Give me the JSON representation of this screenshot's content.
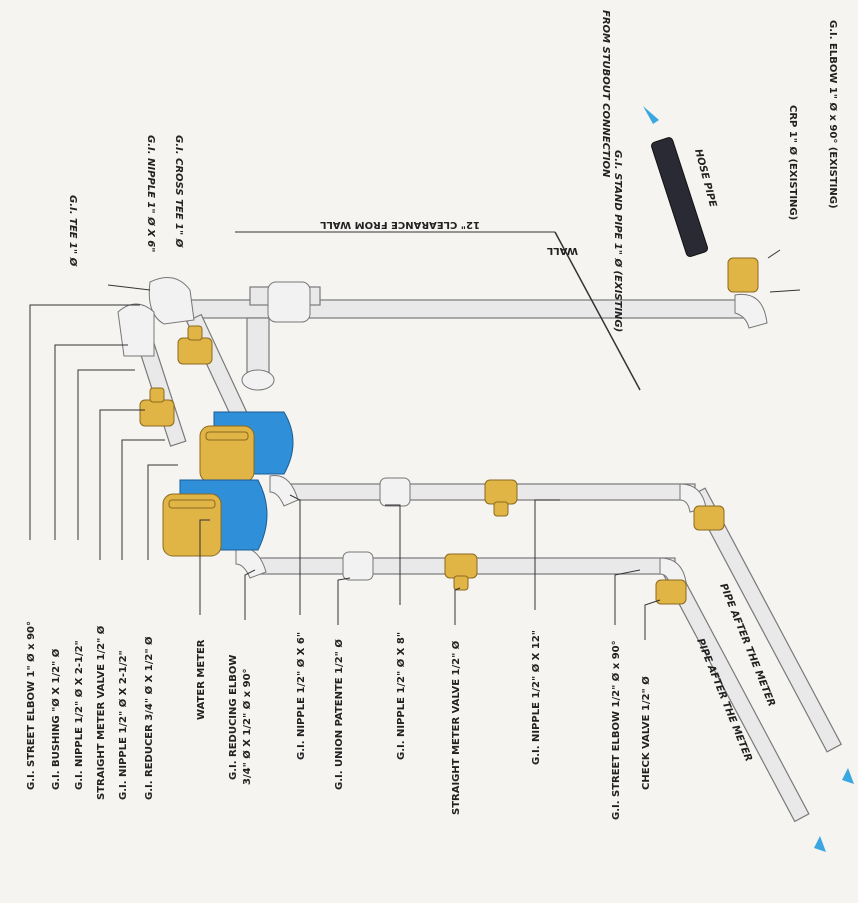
{
  "labels": {
    "tee": "G.I. TEE 1\" Ø",
    "nipple_1x6": "G.I. NIPPLE 1\" Ø X 6\"",
    "cross_tee": "G.I. CROSS TEE 1\" Ø",
    "clearance": "12\" CLEARANCE FROM WALL",
    "wall": "WALL",
    "stand_pipe": "G.I. STAND PIPE 1\" Ø (EXISTING)",
    "hose_pipe": "HOSE PIPE",
    "from_stub": "FROM STUBOUT CONNECTION",
    "crp": "CRP 1\" Ø (EXISTING)",
    "elbow_existing": "G.I. ELBOW 1\" Ø x 90° (EXISTING)",
    "pipe_after_meter_1": "PIPE AFTER THE METER",
    "pipe_after_meter_2": "PIPE AFTER THE METER",
    "street_elbow_1": "G.I. STREET ELBOW 1\" Ø x 90°",
    "bushing": "G.I. BUSHING \"Ø X 1/2\" Ø",
    "nipple_half_2half_a": "G.I. NIPPLE 1/2\" Ø X 2-1/2\"",
    "straight_valve_a": "STRAIGHT METER VALVE 1/2\" Ø",
    "nipple_half_2half_b": "G.I. NIPPLE 1/2\" Ø X 2-1/2\"",
    "reducer": "G.I. REDUCER 3/4\" Ø X 1/2\" Ø",
    "water_meter": "WATER METER",
    "reducing_elbow_1": "G.I. REDUCING ELBOW",
    "reducing_elbow_2": "3/4\" Ø X 1/2\" Ø x 90°",
    "nipple_half_6": "G.I. NIPPLE 1/2\" Ø X 6\"",
    "union": "G.I. UNION PATENTE 1/2\" Ø",
    "nipple_half_8": "G.I. NIPPLE 1/2\" Ø X 8\"",
    "straight_valve_b": "STRAIGHT METER VALVE 1/2\" Ø",
    "nipple_half_12": "G.I. NIPPLE 1/2\" Ø X 12\"",
    "street_elbow_half": "G.I. STREET ELBOW 1/2\" Ø x 90°",
    "check_valve": "CHECK VALVE 1/2\" Ø"
  },
  "colors": {
    "pipe": "#e9e9ea",
    "brass": "#e0b445",
    "meter_body": "#2f8fd8",
    "hose": "#2a2a35",
    "flow_arrow": "#3aa7e0"
  }
}
